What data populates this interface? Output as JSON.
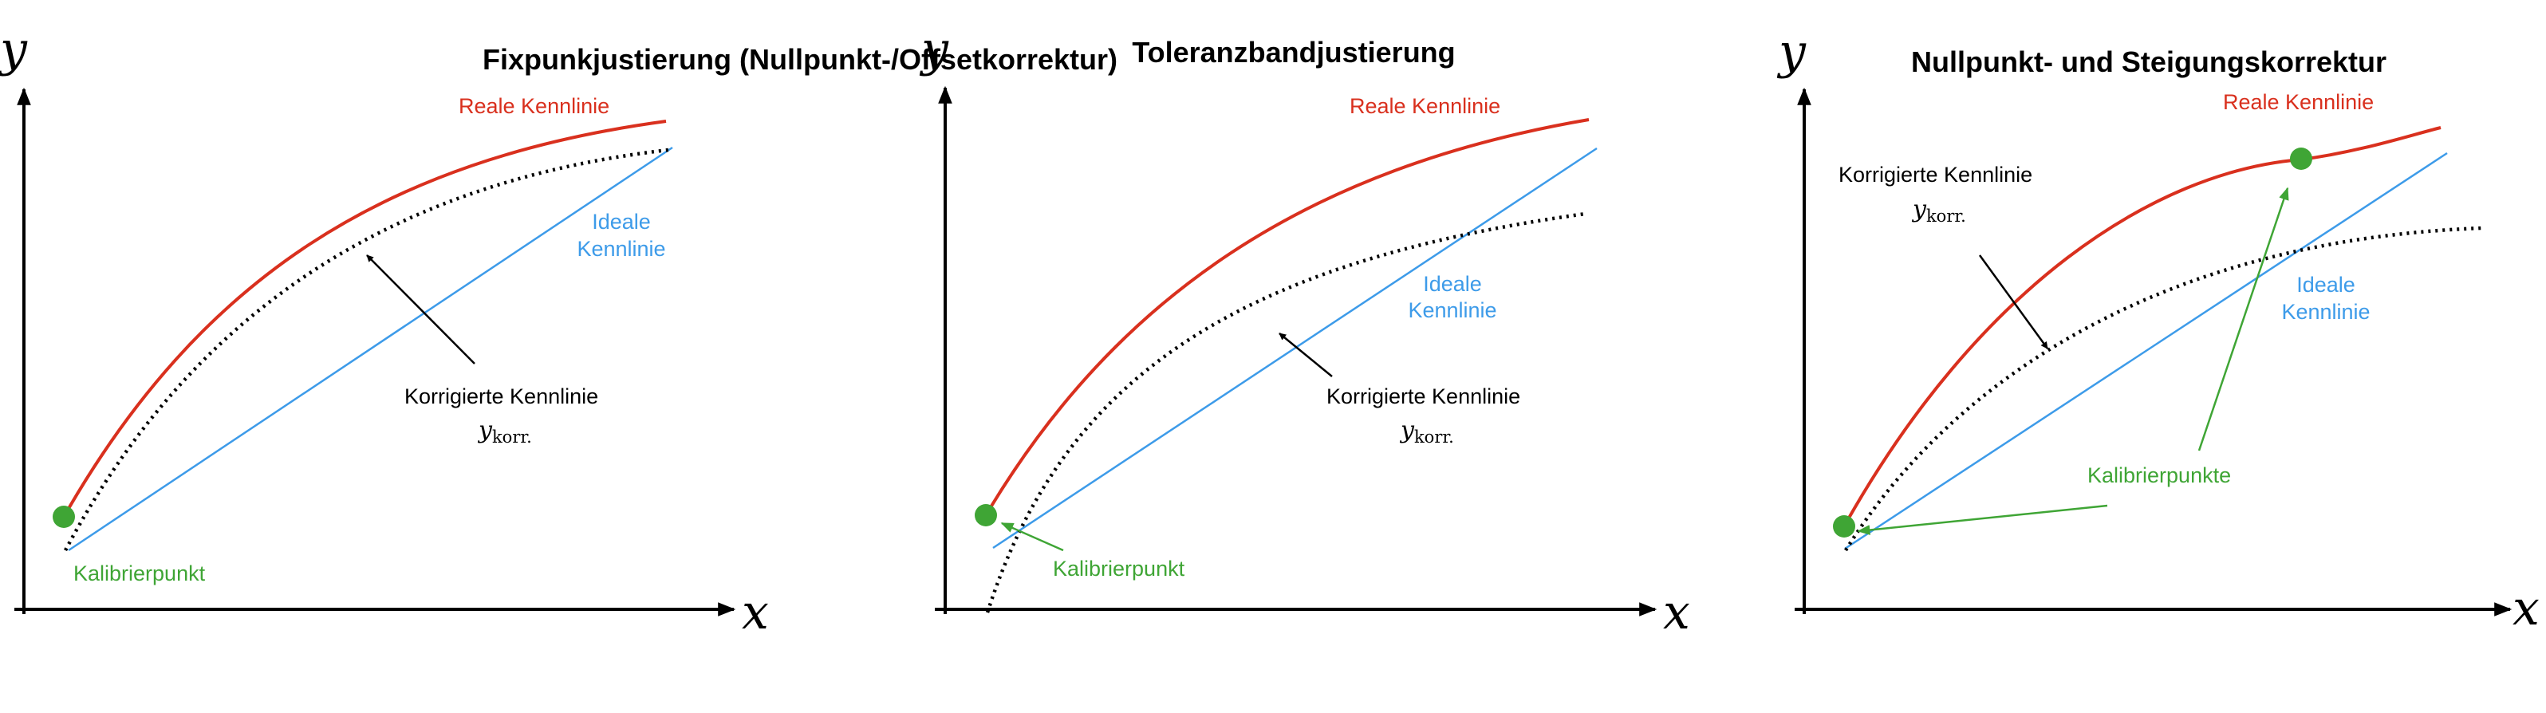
{
  "colors": {
    "real": "#d9301e",
    "ideal": "#3d9be9",
    "calibration": "#3fa535",
    "corrected": "#000000"
  },
  "panels": [
    {
      "title": "Fixpunkjustierung (Nullpunkt-/Offsetkorrektur)",
      "y_axis": "y",
      "x_axis": "x",
      "real_label": "Reale Kennlinie",
      "ideal_label": [
        "Ideale",
        "Kennlinie"
      ],
      "corrected_label": "Korrigierte Kennlinie",
      "corrected_symbol": "y",
      "corrected_subscript": "korr.",
      "calibration_label": "Kalibrierpunkt"
    },
    {
      "title": "Toleranzbandjustierung",
      "y_axis": "y",
      "x_axis": "x",
      "real_label": "Reale Kennlinie",
      "ideal_label": [
        "Ideale",
        "Kennlinie"
      ],
      "corrected_label": "Korrigierte Kennlinie",
      "corrected_symbol": "y",
      "corrected_subscript": "korr.",
      "calibration_label": "Kalibrierpunkt"
    },
    {
      "title": "Nullpunkt- und Steigungskorrektur",
      "y_axis": "y",
      "x_axis": "x",
      "real_label": "Reale Kennlinie",
      "ideal_label": [
        "Ideale",
        "Kennlinie"
      ],
      "corrected_label": "Korrigierte Kennlinie",
      "corrected_symbol": "y",
      "corrected_subscript": "korr.",
      "calibration_label": "Kalibrierpunkte"
    }
  ]
}
